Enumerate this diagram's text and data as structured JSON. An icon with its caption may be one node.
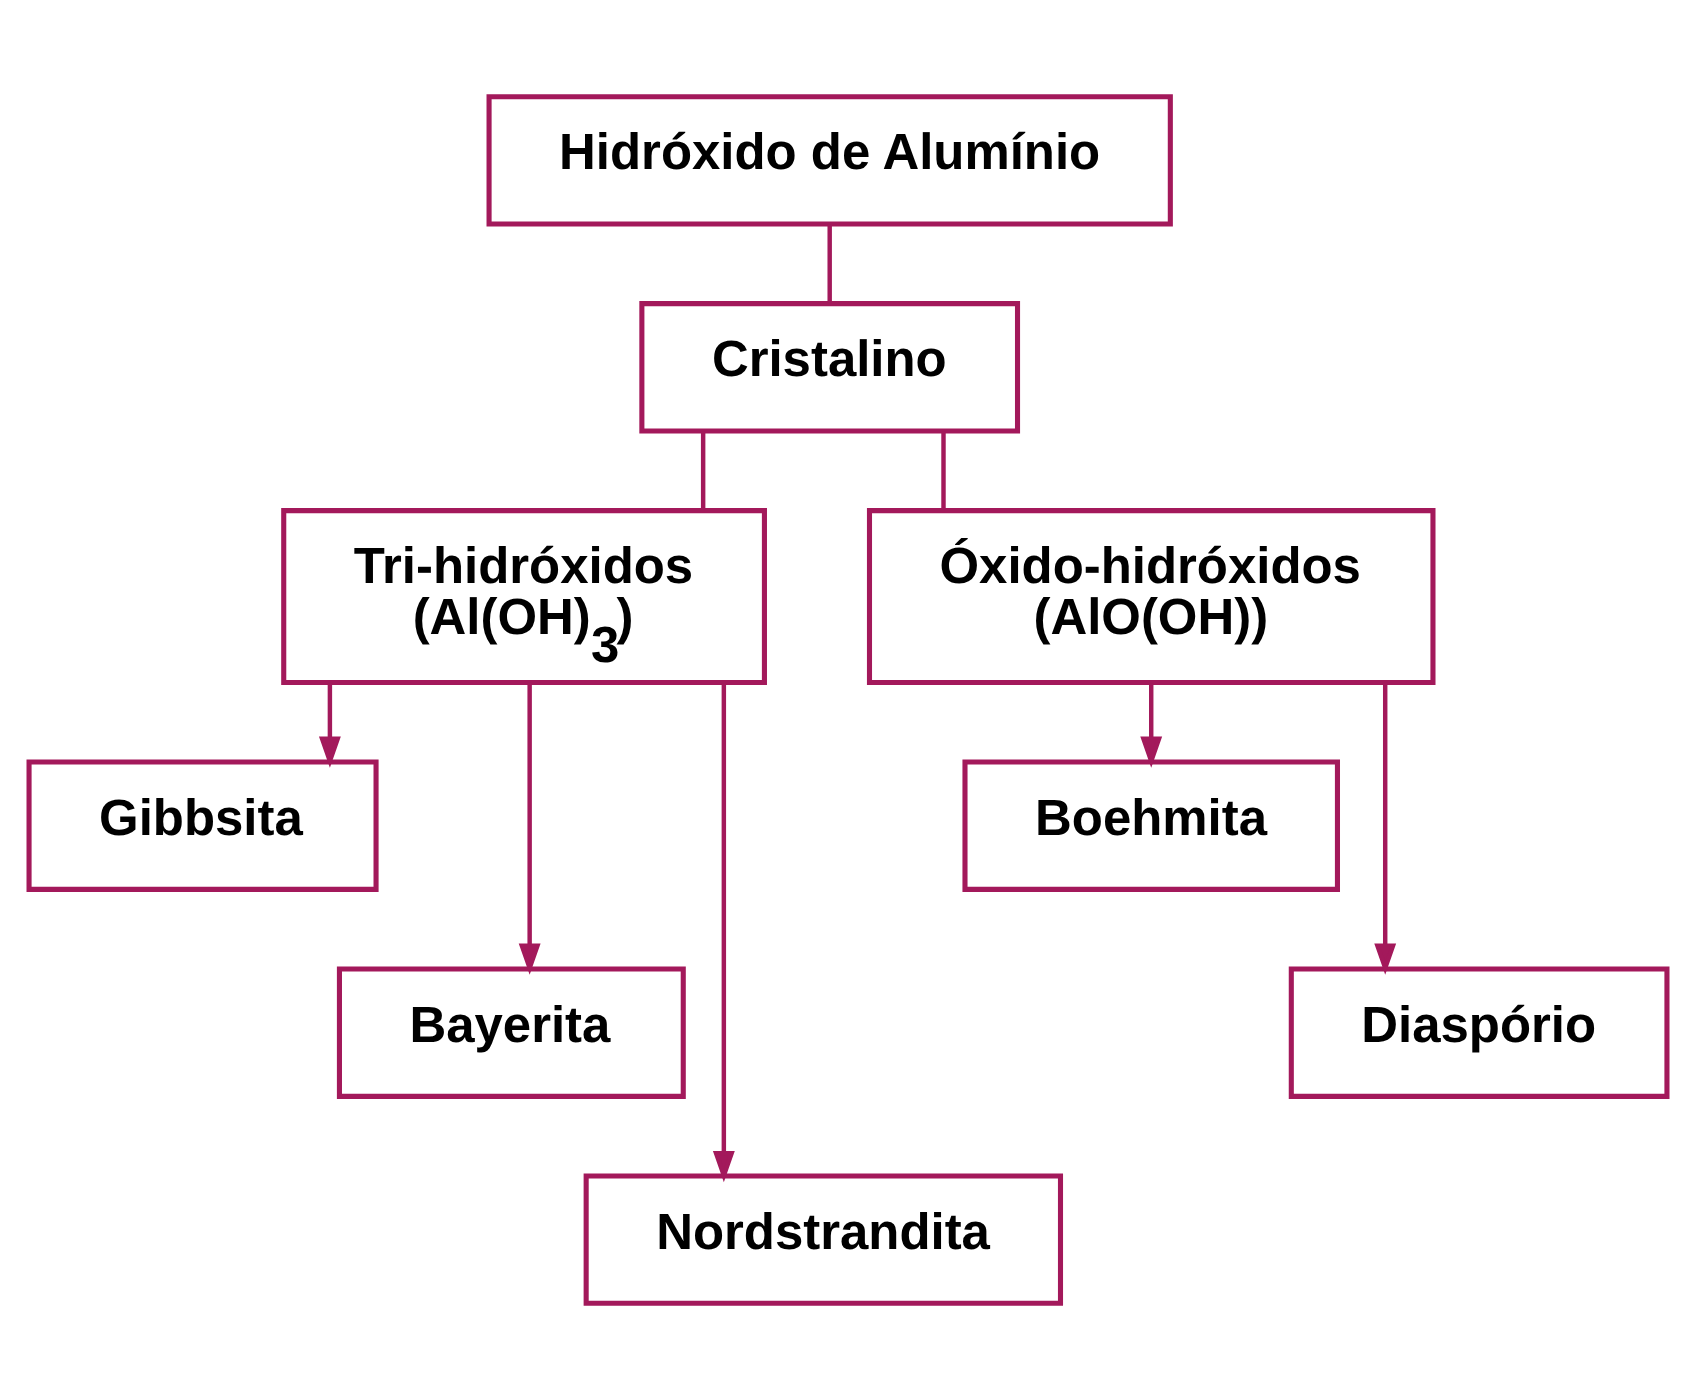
{
  "diagram": {
    "nodes": [
      {
        "text": [
          "Hidróxido de Alumínio"
        ]
      },
      {
        "text": [
          "Cristalino"
        ]
      },
      {
        "text": [
          "Tri-hidróxidos (Al(OH)$_{3}$)"
        ]
      },
      {
        "text": [
          "Óxido-hidróxidos (AlO(OH))"
        ]
      },
      {
        "text": [
          "Gibbsita"
        ]
      },
      {
        "text": [
          "Bayerita"
        ]
      },
      {
        "text": [
          "Nordstrandita"
        ]
      },
      {
        "text": [
          "Boehmita"
        ]
      },
      {
        "text": [
          "Diaspório"
        ]
      }
    ],
    "edges": [
      {
        "from": 0,
        "to": 1,
        "arrow": "none"
      },
      {
        "from": 1,
        "to": 2,
        "arrow": "none"
      },
      {
        "from": 1,
        "to": 3,
        "arrow": "none"
      },
      {
        "from": 2,
        "to": 6,
        "arrow": "to"
      },
      {
        "from": 2,
        "to": 5,
        "arrow": "to"
      },
      {
        "from": 2,
        "to": 4,
        "arrow": "to"
      },
      {
        "from": 3,
        "to": 7,
        "arrow": "to"
      },
      {
        "from": 3,
        "to": 8,
        "arrow": "to"
      }
    ]
  }
}
